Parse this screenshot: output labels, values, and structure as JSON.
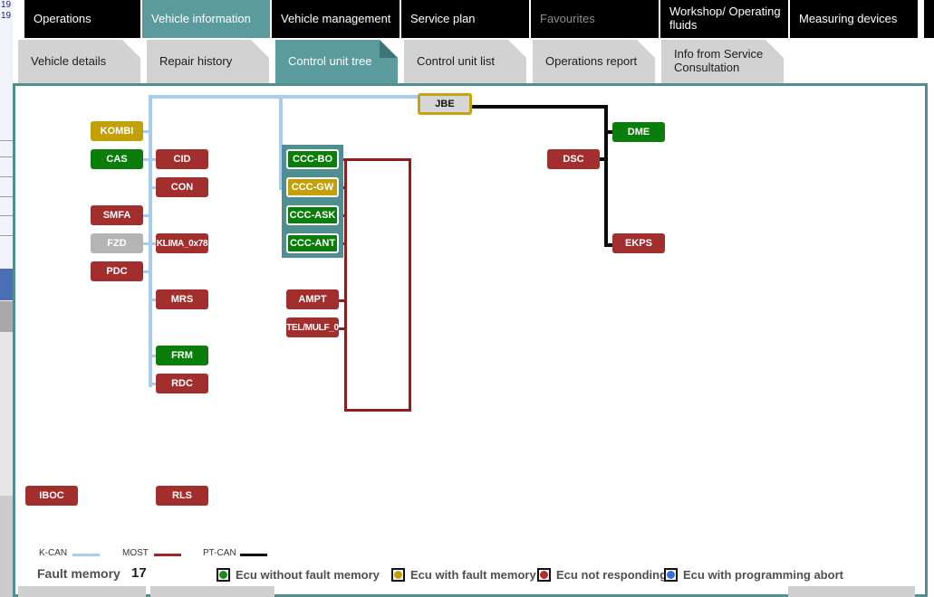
{
  "menu": {
    "items": [
      {
        "label": "Operations",
        "selected": false
      },
      {
        "label": "Vehicle information",
        "selected": true
      },
      {
        "label": "Vehicle management",
        "selected": false
      },
      {
        "label": "Service plan",
        "selected": false
      },
      {
        "label": "Favourites",
        "selected": false,
        "disabled": true
      },
      {
        "label": "Workshop/ Operating fluids",
        "selected": false
      },
      {
        "label": "Measuring devices",
        "selected": false
      }
    ]
  },
  "tabs": {
    "items": [
      {
        "label": "Vehicle details",
        "selected": false
      },
      {
        "label": "Repair history",
        "selected": false
      },
      {
        "label": "Control unit tree",
        "selected": true
      },
      {
        "label": "Control unit list",
        "selected": false
      },
      {
        "label": "Operations report",
        "selected": false
      },
      {
        "label": "Info from Service Consultation",
        "selected": false
      }
    ]
  },
  "tree": {
    "nodes": [
      {
        "label": "JBE",
        "status": "fault-highlighted"
      },
      {
        "label": "KOMBI",
        "status": "fault"
      },
      {
        "label": "CAS",
        "status": "ok"
      },
      {
        "label": "CID",
        "status": "not-responding"
      },
      {
        "label": "CON",
        "status": "not-responding"
      },
      {
        "label": "SMFA",
        "status": "not-responding"
      },
      {
        "label": "FZD",
        "status": "not-installed"
      },
      {
        "label": "KLIMA_0x78",
        "status": "not-responding"
      },
      {
        "label": "PDC",
        "status": "not-responding"
      },
      {
        "label": "MRS",
        "status": "not-responding"
      },
      {
        "label": "FRM",
        "status": "ok"
      },
      {
        "label": "RDC",
        "status": "not-responding"
      },
      {
        "label": "CCC-BO",
        "status": "ok"
      },
      {
        "label": "CCC-GW",
        "status": "fault"
      },
      {
        "label": "CCC-ASK",
        "status": "ok"
      },
      {
        "label": "CCC-ANT",
        "status": "ok"
      },
      {
        "label": "AMPT",
        "status": "not-responding"
      },
      {
        "label": "TEL/MULF_0",
        "status": "not-responding"
      },
      {
        "label": "DME",
        "status": "ok"
      },
      {
        "label": "DSC",
        "status": "not-responding"
      },
      {
        "label": "EKPS",
        "status": "not-responding"
      },
      {
        "label": "IBOC",
        "status": "not-responding"
      },
      {
        "label": "RLS",
        "status": "not-responding"
      }
    ]
  },
  "bus_legend": {
    "items": [
      {
        "label": "K-CAN",
        "color": "#a8cdec"
      },
      {
        "label": "MOST",
        "color": "#9f2626"
      },
      {
        "label": "PT-CAN",
        "color": "#0a0a0a"
      }
    ]
  },
  "fault_memory": {
    "label": "Fault memory",
    "count": "17"
  },
  "status_legend": {
    "items": [
      {
        "label": "Ecu without fault memory",
        "color": "#1d8a1d"
      },
      {
        "label": "Ecu with fault memory",
        "color": "#c2a008"
      },
      {
        "label": "Ecu not responding",
        "color": "#b03030"
      },
      {
        "label": "Ecu with programming abort",
        "color": "#3a6fd8"
      }
    ]
  },
  "colors": {
    "ecu_ok": "#0b7d0b",
    "ecu_fault": "#c2a008",
    "ecu_not_responding": "#a32e2e",
    "ecu_not_installed": "#b4b4b4",
    "selection_teal": "#5b9b9d",
    "panel_border": "#4f8f8f",
    "kcan_line": "#a8cdec",
    "most_line": "#8f1d1d",
    "ptcan_line": "#0a0a0a"
  },
  "background_window": {
    "fragments": [
      "19",
      "19"
    ]
  }
}
